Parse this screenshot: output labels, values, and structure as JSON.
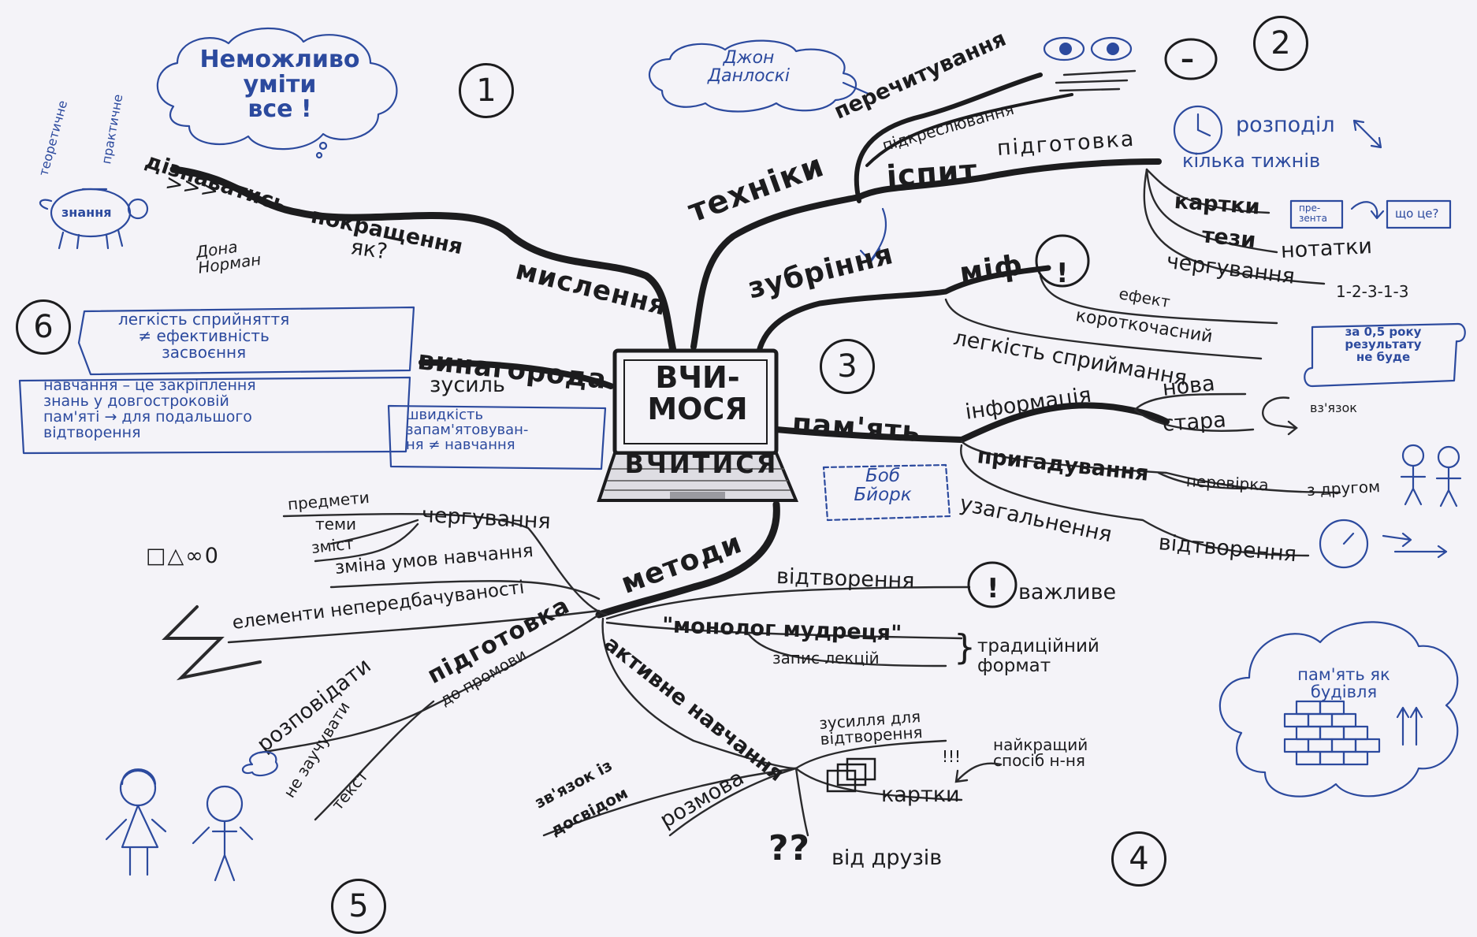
{
  "center": {
    "line1": "ВЧИ-",
    "line2": "МОСЯ",
    "base": "ВЧИТИСЯ"
  },
  "section_numbers": [
    "1",
    "2",
    "3",
    "4",
    "5",
    "6"
  ],
  "clouds": {
    "top_left": "Неможливо\nуміти\nвсе !",
    "top_center": "Джон\nДанлоскі",
    "bottom_right": "пам'ять як\nбудівля"
  },
  "branches": {
    "thinking": {
      "label": "мислення",
      "improve": "покращення",
      "how": "як?",
      "learn": "дізнаватись",
      "arrows": ">>>",
      "author": "Дона\nНорман",
      "piggy_label": "знання",
      "theoretical": "теоретичне",
      "practical": "практичне"
    },
    "reward": {
      "label": "винагорода",
      "effort": "зусиль",
      "note1": "легкість сприйняття\n≠ ефективність\nзасвоєння",
      "note2": "навчання – це закріплення\nзнань у довгостроковій\nпам'яті → для подальшого\nвідтворення",
      "note3": "швидкість\nзапам'ятовуван-\nня ≠ навчання"
    },
    "techniques": {
      "label": "техніки",
      "reread": "перечитування",
      "underline": "підкреслювання",
      "minus": "–",
      "exam": "іспит",
      "prep": "підготовка",
      "distribution": "розподіл",
      "weeks": "кілька тижнів",
      "cards": "картки",
      "card_front": "пре-\nзента",
      "card_back": "що це?",
      "theses": "тези",
      "notes": "нотатки",
      "alternation": "чергування",
      "sequence": "1-2-3-1-3"
    },
    "cramming": {
      "label": "зубріння",
      "myth": "міф",
      "exclaim": "!",
      "effect": "ефект",
      "short_term": "короткочасний",
      "ease": "легкість сприймання",
      "scroll": "за 0,5 року\nрезультату\nне буде"
    },
    "memory": {
      "label": "пам'ять",
      "info": "інформація",
      "new": "нова",
      "old": "стара",
      "link": "вз'язок",
      "recall": "пригадування",
      "check": "перевірка",
      "with_friend": "з другом",
      "generalize": "узагальнення",
      "reproduce": "відтворення",
      "author": "Боб\nБйорк"
    },
    "methods": {
      "label": "методи",
      "alternation": "чергування",
      "subjects": "предмети",
      "topics": "теми",
      "content": "зміст",
      "shapes": "□△∞0",
      "conditions": "зміна умов навчання",
      "unpredictable": "елементи непередбачуваності",
      "reproduction": "відтворення",
      "important": "важливе",
      "monologue": "\"монолог мудреця\"",
      "lecture": "запис лекцій",
      "traditional": "традиційний\nформат",
      "prep_speech": "підготовка",
      "to_speech": "до промови",
      "tell": "розповідати",
      "dont_memorize": "не заучувати",
      "text": "текст",
      "active": "активне навчання",
      "effort_recall": "зусилля для\nвідтворення",
      "best_way": "найкращий\nспосіб н-ня",
      "cards": "картки",
      "conversation": "розмова",
      "experience_1": "зв'язок із",
      "experience_2": "досвідом",
      "friends": "від друзів",
      "question_marks": "??"
    }
  },
  "colors": {
    "ink": "#1c1c1e",
    "blue": "#2c4a9e",
    "paper": "#f4f3f8"
  }
}
